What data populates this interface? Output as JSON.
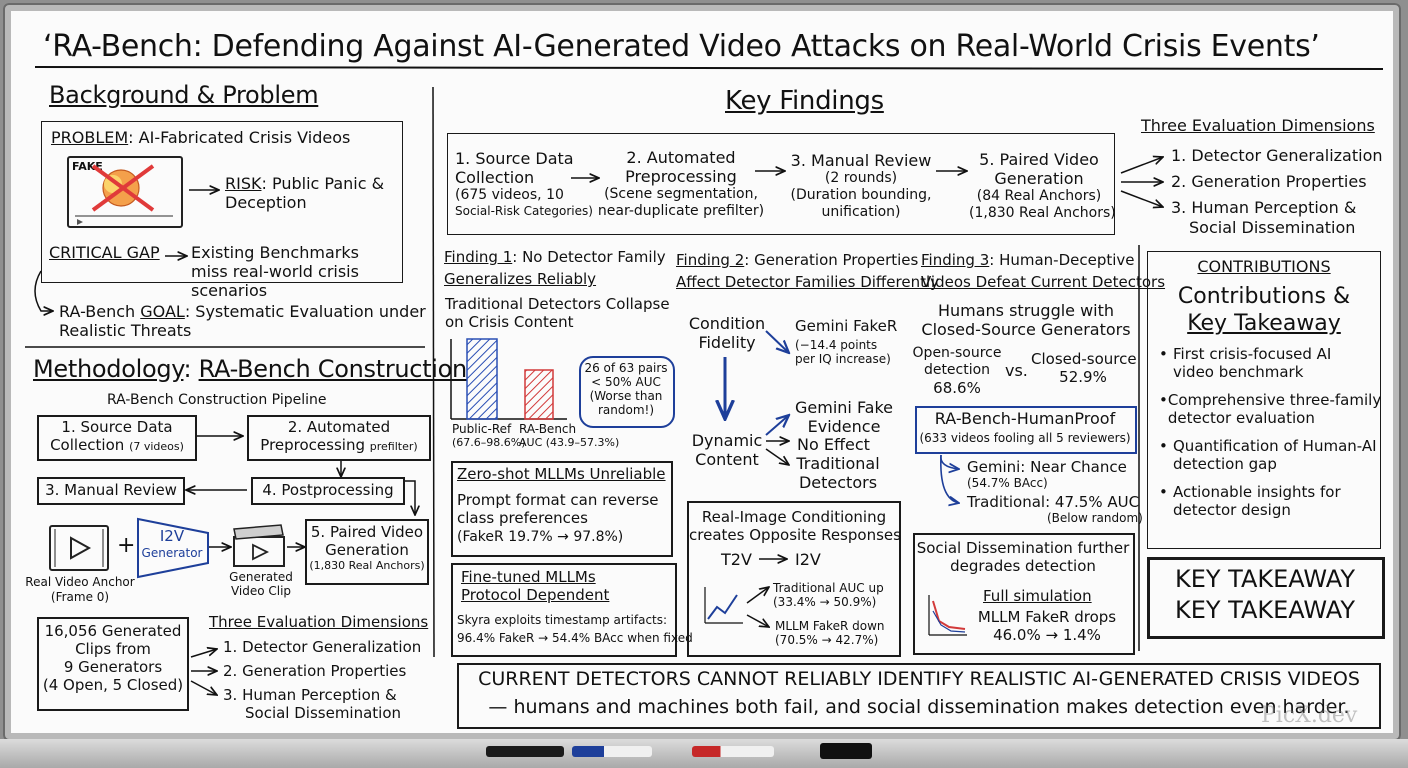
{
  "title": "‘RA-Bench: Defending Against AI-Generated Video Attacks on Real-World Crisis Events’",
  "background": {
    "heading": "Background & Problem",
    "problem_label": "PROBLEM",
    "problem_text": ": AI-Fabricated Crisis Videos",
    "fake_tag": "FAKE",
    "risk_label": "RISK",
    "risk_text": ": Public Panic & Deception",
    "gap_label": "CRITICAL GAP",
    "gap_text": "Existing Benchmarks miss real-world crisis scenarios",
    "goal_prefix": "RA-Bench ",
    "goal_label": "GOAL",
    "goal_text": ": Systematic Evaluation under Realistic Threats"
  },
  "methodology": {
    "heading_a": "Methodology",
    "heading_b": "RA-Bench Construction",
    "pipeline_caption": "RA-Bench Construction Pipeline",
    "step1": "1. Source Data",
    "step1b": "Collection",
    "step1_note": "(7 videos)",
    "step2": "2. Automated",
    "step2b": "Preprocessing",
    "step2_note": "prefilter)",
    "step3": "3. Manual Review",
    "step4": "4. Postprocessing",
    "step5": "5. Paired Video",
    "step5b": "Generation",
    "step5_note": "(1,830 Real Anchors)",
    "plus": "+",
    "i2v": "I2V",
    "i2v_sub": "Generator",
    "anchor_label": "Real Video Anchor",
    "anchor_sub": "(Frame 0)",
    "generated_label": "Generated",
    "generated_sub": "Video Clip",
    "clips_l1": "16,056 Generated",
    "clips_l2": "Clips from",
    "clips_l3": "9 Generators",
    "clips_l4": "(4 Open, 5 Closed)",
    "dims_heading": "Three Evaluation Dimensions",
    "dims": [
      "1. Detector Generalization",
      "2. Generation Properties",
      "3. Human Perception &",
      "Social Dissemination"
    ]
  },
  "findings": {
    "heading": "Key Findings",
    "pipe1": [
      "1. Source Data",
      "Collection",
      "(675 videos, 10",
      "Social-Risk Categories)"
    ],
    "pipe2": [
      "2. Automated",
      "Preprocessing",
      "(Scene segmentation,",
      "near-duplicate prefilter)"
    ],
    "pipe3": [
      "3. Manual Review",
      "(2 rounds)",
      "(Duration bounding,",
      "unification)"
    ],
    "pipe5": [
      "5. Paired Video",
      "Generation",
      "(84 Real Anchors)",
      "(1,830 Real Anchors)"
    ],
    "dims_heading": "Three Evaluation Dimensions",
    "dims": [
      "1. Detector Generalization",
      "2. Generation Properties",
      "3. Human Perception &",
      "Social Dissemination"
    ],
    "f1_label": "Finding 1",
    "f1_title_a": ": No Detector Family",
    "f1_title_b": "Generalizes Reliably",
    "f1_sub": "Traditional Detectors Collapse on Crisis Content",
    "f1_bar1_label": "Public-Ref",
    "f1_bar1_range": "(67.6–98.6%)",
    "f1_bar2_label": "RA-Bench",
    "f1_bar2_range": "AUC (43.9–57.3%)",
    "f1_note": [
      "26 of 63 pairs",
      "< 50% AUC",
      "(Worse than",
      "random!)"
    ],
    "zs_title": "Zero-shot MLLMs Unreliable",
    "zs_text": [
      "Prompt format can reverse",
      "class preferences",
      "(FakeR 19.7% → 97.8%)"
    ],
    "ft_title_a": "Fine-tuned MLLMs",
    "ft_title_b": "Protocol Dependent",
    "ft_text": [
      "Skyra exploits timestamp artifacts:",
      "96.4% FakeR → 54.4% BAcc when fixed"
    ],
    "f2_label": "Finding 2",
    "f2_title_a": ": Generation Properties",
    "f2_title_b": "Affect Detector Families Differently",
    "f2_cond": [
      "Condition",
      "Fidelity"
    ],
    "f2_dyn": [
      "Dynamic",
      "Content"
    ],
    "f2_gem": [
      "Gemini FakeR",
      "(−14.4 points",
      "per IQ increase)"
    ],
    "f2_gem2": [
      "Gemini Fake",
      "Evidence"
    ],
    "f2_noeff": "No Effect",
    "f2_trad": [
      "Traditional",
      "Detectors"
    ],
    "ric_title": [
      "Real-Image Conditioning",
      "creates Opposite Responses"
    ],
    "ric_t2v": "T2V",
    "ric_i2v": "I2V",
    "ric_up": [
      "Traditional AUC up",
      "(33.4% → 50.9%)"
    ],
    "ric_down": [
      "MLLM FakeR down",
      "(70.5% → 42.7%)"
    ],
    "f3_label": "Finding 3",
    "f3_title_a": ": Human-Deceptive",
    "f3_title_b": "Videos Defeat Current Detectors",
    "f3_sub": [
      "Humans struggle with",
      "Closed-Source Generators"
    ],
    "f3_open": [
      "Open-source",
      "detection",
      "68.6%"
    ],
    "f3_vs": "vs.",
    "f3_closed": [
      "Closed-source",
      "52.9%"
    ],
    "hp_title": "RA-Bench-HumanProof",
    "hp_sub": "(633 videos fooling all 5 reviewers)",
    "hp_gem": [
      "Gemini: Near Chance",
      "(54.7% BAcc)"
    ],
    "hp_trad": [
      "Traditional: 47.5% AUC",
      "(Below random)"
    ],
    "sd_title": [
      "Social Dissemination further",
      "degrades detection"
    ],
    "sd_full": "Full simulation",
    "sd_text": [
      "MLLM FakeR drops",
      "46.0% → 1.4%"
    ]
  },
  "contributions": {
    "tag": "CONTRIBUTIONS",
    "heading_a": "Contributions &",
    "heading_b": "Key Takeaway",
    "items": [
      [
        "First crisis-focused AI",
        "video benchmark"
      ],
      [
        "Comprehensive three-family",
        "detector evaluation"
      ],
      [
        "Quantification of Human-AI",
        "detection gap"
      ],
      [
        "Actionable insights for",
        "detector design"
      ]
    ],
    "takeaway_1": "KEY TAKEAWAY",
    "takeaway_2": "KEY TAKEAWAY"
  },
  "conclusion": {
    "line1": "CURRENT DETECTORS CANNOT RELIABLY IDENTIFY REALISTIC AI-GENERATED CRISIS VIDEOS",
    "line2": "— humans and machines both fail, and social dissemination makes detection even harder."
  },
  "watermark": "PicX.dev",
  "colors": {
    "ink": "#111111",
    "blue": "#1e3f9a",
    "red": "#d23a3a",
    "board": "#fbfbfb"
  },
  "icons": [
    "video-icon",
    "clapperboard-icon",
    "explosion-icon",
    "line-chart-up-icon",
    "line-chart-down-icon"
  ]
}
